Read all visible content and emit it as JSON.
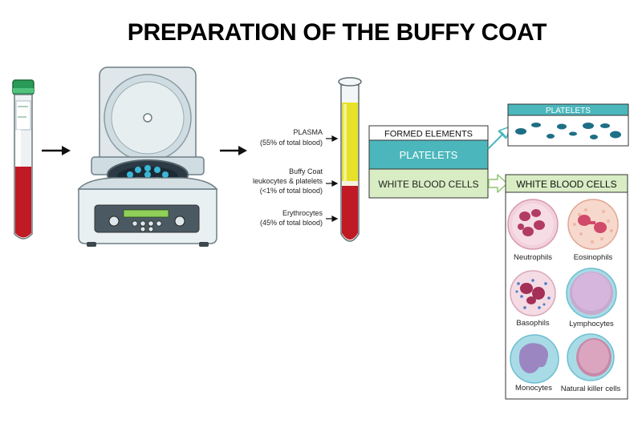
{
  "title": "PREPARATION OF THE BUFFY COAT",
  "tube_labels": {
    "plasma_name": "PLASMA",
    "plasma_pct": "(55% of total blood)",
    "buffy_name": "Buffy Coat",
    "buffy_desc": "leukocytes & platelets",
    "buffy_pct": "(<1% of total blood)",
    "ery_name": "Erythrocytes",
    "ery_pct": "(45% of total blood)"
  },
  "formed_elements": {
    "header": "FORMED ELEMENTS",
    "platelets": "PLATELETS",
    "wbc": "WHITE BLOOD CELLS"
  },
  "platelets_panel": {
    "header": "PLATELETS"
  },
  "wbc_panel": {
    "header": "WHITE BLOOD CELLS",
    "cells": [
      {
        "name": "Neutrophils"
      },
      {
        "name": "Eosinophils"
      },
      {
        "name": "Basophils"
      },
      {
        "name": "Lymphocytes"
      },
      {
        "name": "Monocytes"
      },
      {
        "name": "Natural killer cells"
      }
    ]
  },
  "colors": {
    "teal": "#4bb7bc",
    "teal_light": "#bfe6e8",
    "green_light": "#d8edc4",
    "plasma": "#e6e229",
    "blood": "#c01a24",
    "platelet": "#1d6f86"
  }
}
